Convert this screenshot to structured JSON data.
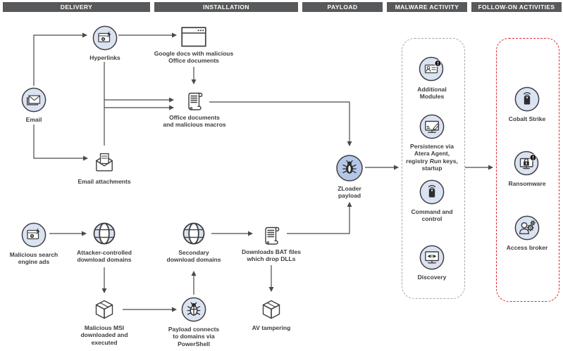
{
  "columns": [
    {
      "id": "delivery",
      "label": "DELIVERY"
    },
    {
      "id": "installation",
      "label": "INSTALLATION"
    },
    {
      "id": "payload",
      "label": "PAYLOAD"
    },
    {
      "id": "malware_activity",
      "label": "MALWARE ACTIVITY"
    },
    {
      "id": "follow_on",
      "label": "FOLLOW-ON ACTIVITIES"
    }
  ],
  "nodes": {
    "email": {
      "label": "Email",
      "icon": "email-icon"
    },
    "hyperlinks": {
      "label": "Hyperlinks",
      "icon": "browser-link-icon"
    },
    "google_docs": {
      "label": "Google docs with malicious\nOffice documents",
      "icon": "browser-window-icon"
    },
    "office_docs": {
      "label": "Office documents\nand malicious macros",
      "icon": "scroll-document-icon"
    },
    "email_attachments": {
      "label": "Email attachments",
      "icon": "open-envelope-document-icon"
    },
    "search_ads": {
      "label": "Malicious search\nengine ads",
      "icon": "browser-link-icon"
    },
    "attacker_domains": {
      "label": "Attacker-controlled\ndownload domains",
      "icon": "globe-icon"
    },
    "malicious_msi": {
      "label": "Malicious MSI\ndownloaded and\nexecuted",
      "icon": "package-box-icon"
    },
    "payload_connects": {
      "label": "Payload connects\nto domains via\nPowerShell",
      "icon": "bug-outline-icon"
    },
    "secondary_domains": {
      "label": "Secondary\ndownload domains",
      "icon": "globe-icon"
    },
    "bat_files": {
      "label": "Downloads BAT files\nwhich drop DLLs",
      "icon": "scroll-document-icon"
    },
    "av_tampering": {
      "label": "AV tampering",
      "icon": "package-box-icon"
    },
    "zloader": {
      "label": "ZLoader\npayload",
      "icon": "bug-filled-icon"
    },
    "additional_modules": {
      "label": "Additional\nModules",
      "icon": "id-card-alert-icon"
    },
    "persistence": {
      "label_pre": "Persistence via\nAtera Agent,\nregistry ",
      "label_italic": "Run",
      "label_post": " keys,\nstartup",
      "icon": "monitor-edit-icon"
    },
    "command_control": {
      "label": "Command and\ncontrol",
      "icon": "beacon-wifi-icon"
    },
    "discovery": {
      "label": "Discovery",
      "icon": "monitor-eye-icon"
    },
    "cobalt_strike": {
      "label": "Cobalt Strike",
      "icon": "beacon-wifi-icon"
    },
    "ransomware": {
      "label": "Ransomware",
      "icon": "monitor-lock-alert-icon"
    },
    "access_broker": {
      "label": "Access broker",
      "icon": "person-gears-icon"
    }
  },
  "colors": {
    "header_bg": "#58595b",
    "header_text": "#ffffff",
    "node_fill": "#dbe3f3",
    "zloader_fill": "#b4c7e7",
    "stroke": "#3f3f3f",
    "arrow": "#4a4a4a",
    "label_text": "#3d3d3d",
    "malware_box_border": "#a6a6a6",
    "follow_on_box_border": "#e1262d"
  }
}
